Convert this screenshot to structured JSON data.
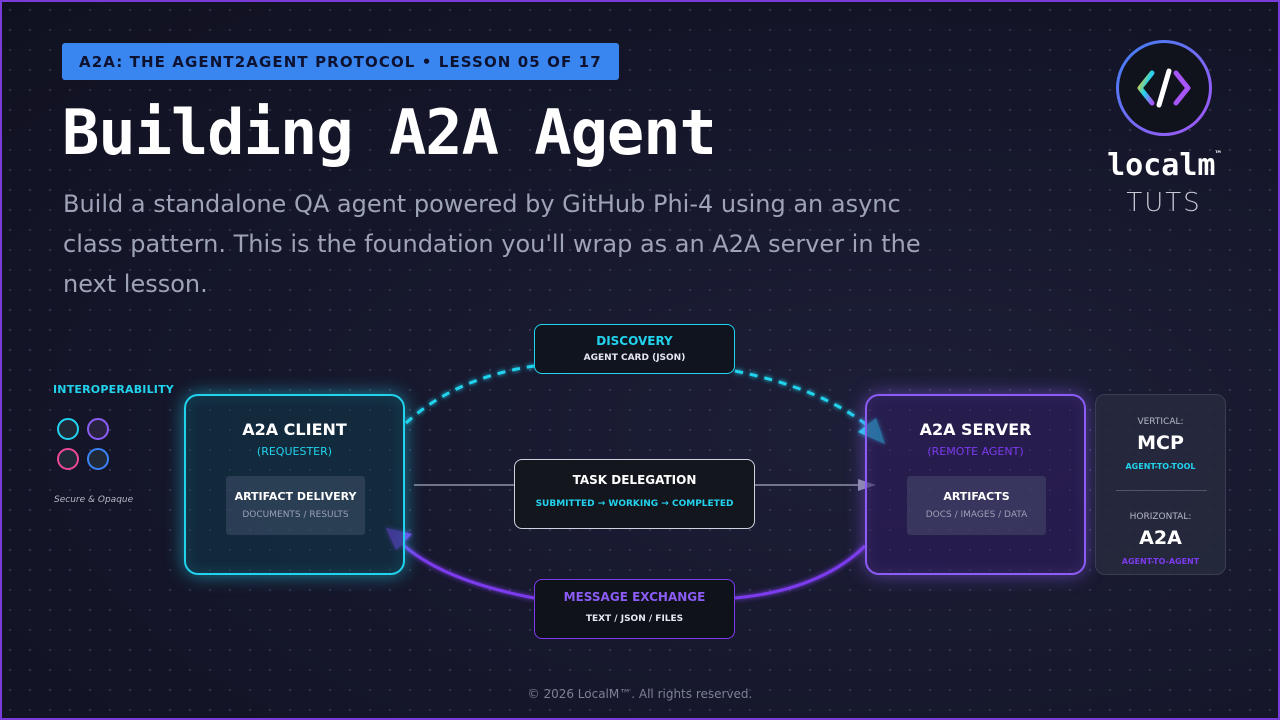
{
  "header": {
    "badge": "A2A: THE AGENT2AGENT PROTOCOL • LESSON 05 OF 17",
    "title": "Building A2A Agent",
    "subtitle": "Build a standalone QA agent powered by GitHub Phi-4 using an async class pattern. This is the foundation you'll wrap as an A2A server in the next lesson."
  },
  "brand": {
    "logo_icon": "code-brackets-icon",
    "name": "localm",
    "tm": "™",
    "sub": "TUTS",
    "accent_gradient": [
      "#3b82f6",
      "#a855f7"
    ]
  },
  "diagram": {
    "interop": {
      "title": "INTEROPERABILITY",
      "caption": "Secure & Opaque"
    },
    "client": {
      "title": "A2A CLIENT",
      "subtitle": "(REQUESTER)",
      "inner_title": "ARTIFACT DELIVERY",
      "inner_sub": "DOCUMENTS / RESULTS"
    },
    "server": {
      "title": "A2A SERVER",
      "subtitle": "(REMOTE AGENT)",
      "inner_title": "ARTIFACTS",
      "inner_sub": "DOCS / IMAGES / DATA"
    },
    "discovery": {
      "title": "DISCOVERY",
      "sub": "AGENT CARD (JSON)"
    },
    "task": {
      "title": "TASK DELEGATION",
      "sub": "SUBMITTED → WORKING → COMPLETED"
    },
    "message": {
      "title": "MESSAGE EXCHANGE",
      "sub": "TEXT / JSON / FILES"
    },
    "side": {
      "vertical_label": "VERTICAL:",
      "vertical_value": "MCP",
      "vertical_tag": "AGENT-TO-TOOL",
      "horizontal_label": "HORIZONTAL:",
      "horizontal_value": "A2A",
      "horizontal_tag": "AGENT-TO-AGENT"
    },
    "colors": {
      "cyan": "#22d3ee",
      "purple": "#8b5cf6",
      "badge_blue": "#3a86f0"
    }
  },
  "footer": {
    "copyright": "© 2026 LocalM™. All rights reserved."
  }
}
